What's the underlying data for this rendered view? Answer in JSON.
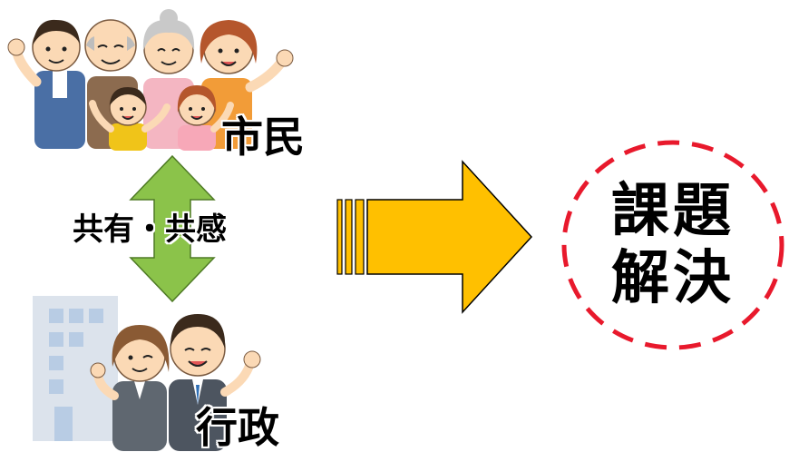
{
  "diagram": {
    "citizen_label": "市民",
    "government_label": "行政",
    "share_label": "共有・共感",
    "result_line1": "課題",
    "result_line2": "解決"
  },
  "colors": {
    "double_arrow": "#8BC34A",
    "big_arrow": "#FFC000",
    "dashed_circle": "#E8192C",
    "building": "#DCE3EC",
    "building_window": "#B8CCE4"
  },
  "icons": {
    "family_group": "family-icon",
    "office_workers": "business-people-icon",
    "building": "office-building-icon",
    "double_arrow": "double-arrow-icon",
    "forward_arrow": "forward-arrow-icon",
    "dashed_circle": "dashed-circle-icon"
  }
}
